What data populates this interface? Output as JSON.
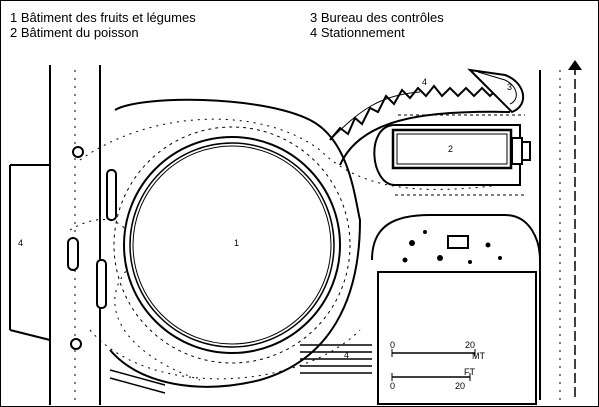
{
  "legend": {
    "items": [
      "1 Bâtiment des fruits et légumes",
      "2 Bâtiment du poisson",
      "3 Bureau des contrôles",
      "4 Stationnement"
    ]
  },
  "map_labels": {
    "building_1": "1",
    "building_2": "2",
    "building_3": "3",
    "parking_left": "4",
    "parking_top": "4",
    "parking_bottom": "4"
  },
  "scale": {
    "metric_start": "0",
    "metric_end": "20",
    "metric_unit": "MT",
    "imperial_start": "0",
    "imperial_end": "20",
    "imperial_unit": "FT"
  },
  "colors": {
    "ink": "#000000",
    "paper": "#ffffff"
  }
}
